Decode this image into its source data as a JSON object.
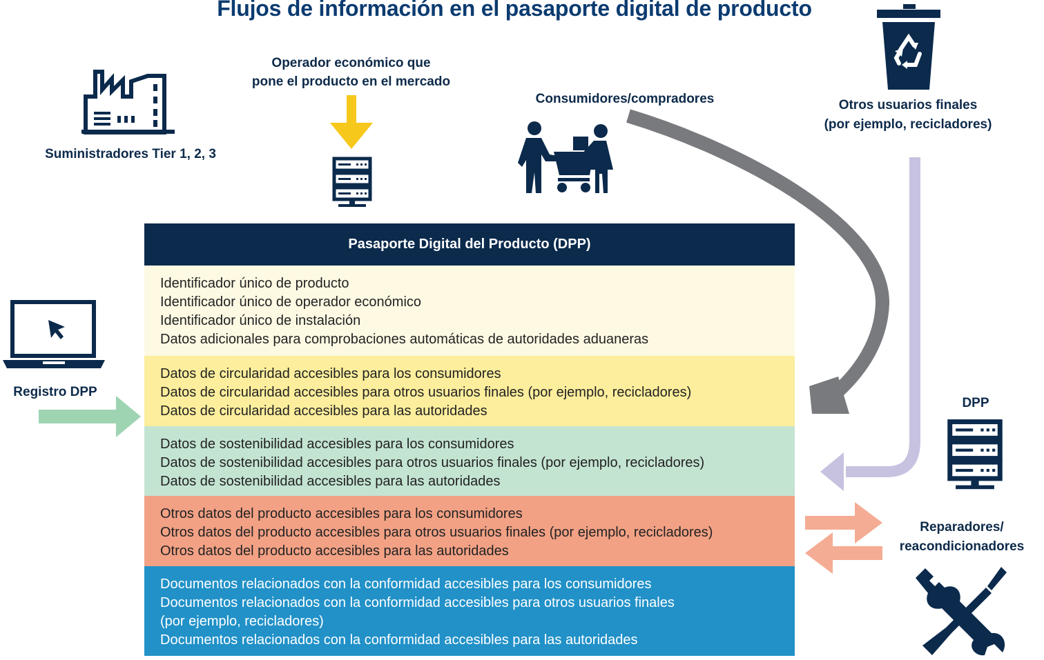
{
  "title": "Flujos de información en el pasaporte digital de producto",
  "actors": {
    "suppliers": "Suministradores Tier 1, 2, 3",
    "operator_line1": "Operador económico que",
    "operator_line2": "pone el producto en el mercado",
    "consumers": "Consumidores/compradores",
    "end_users_line1": "Otros usuarios finales",
    "end_users_line2": "(por ejemplo, recicladores)",
    "registry": "Registro DPP",
    "dpp_server": "DPP",
    "repairers_line1": "Reparadores/",
    "repairers_line2": "reacondicionadores"
  },
  "dpp": {
    "header": "Pasaporte Digital del Producto (DPP)",
    "sections": [
      {
        "color": "#fdf9e3",
        "lines": [
          "Identificador único de producto",
          "Identificador único de operador económico",
          "Identificador único de instalación",
          "Datos adicionales para comprobaciones automáticas de autoridades aduaneras"
        ]
      },
      {
        "color": "#fcee9c",
        "lines": [
          "Datos de circularidad accesibles para los consumidores",
          "Datos de circularidad accesibles para otros usuarios finales (por ejemplo, recicladores)",
          "Datos de circularidad accesibles para las autoridades"
        ]
      },
      {
        "color": "#c4e4d2",
        "lines": [
          "Datos de sostenibilidad accesibles para los consumidores",
          "Datos de sostenibilidad accesibles para otros usuarios finales (por ejemplo, recicladores)",
          "Datos de sostenibilidad accesibles para las autoridades"
        ]
      },
      {
        "color": "#f2a185",
        "lines": [
          "Otros datos del producto accesibles para los consumidores",
          "Otros datos del producto accesibles para otros usuarios finales (por ejemplo, recicladores)",
          "Otros datos del producto accesibles para las autoridades"
        ]
      },
      {
        "color": "#2191c8",
        "lines": [
          "Documentos relacionados con la conformidad accesibles para los consumidores",
          "Documentos relacionados con la conformidad accesibles para otros usuarios finales",
          "(por ejemplo, recicladores)",
          "Documentos relacionados con la conformidad accesibles para las autoridades"
        ]
      }
    ]
  },
  "colors": {
    "navy": "#0b2a4c",
    "title": "#0b3b70",
    "operator_arrow": "#f7c81c",
    "consumer_arrow": "#787a7e",
    "end_user_arrow": "#c7c2e0",
    "registry_arrow": "#9ed4b2",
    "repair_arrows": "#f4ac94"
  },
  "icons": [
    "factory-icon",
    "server-icon",
    "shopping-cart-people-icon",
    "recycle-bin-icon",
    "laptop-icon",
    "wrench-screwdriver-icon"
  ]
}
